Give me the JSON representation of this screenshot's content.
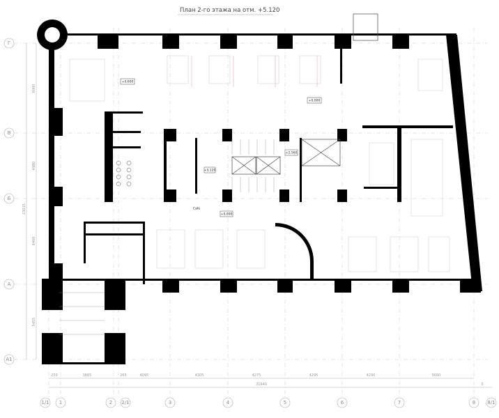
{
  "title": "План 2-го этажа на отм. +5.120",
  "axes_vertical": [
    "1/1",
    "1",
    "2",
    "2/1",
    "3",
    "4",
    "5",
    "6",
    "7",
    "8",
    "8/1"
  ],
  "axes_horizontal": [
    "Г",
    "В",
    "Б",
    "А",
    "А1"
  ],
  "dims_bottom": [
    "250",
    "3865",
    "265",
    "4095",
    "4305",
    "4275",
    "4295",
    "4290",
    "5660"
  ],
  "dim_bottom_total": "31940",
  "dim_bottom_extra": "5",
  "dims_left": [
    "6000",
    "4980",
    "6460",
    "5455"
  ],
  "dim_left_total": "23015",
  "levels": [
    "+0,600",
    "+0,000",
    "+5,120",
    "+2,560",
    "+0,000"
  ],
  "room_label_cafe": "Cafe"
}
